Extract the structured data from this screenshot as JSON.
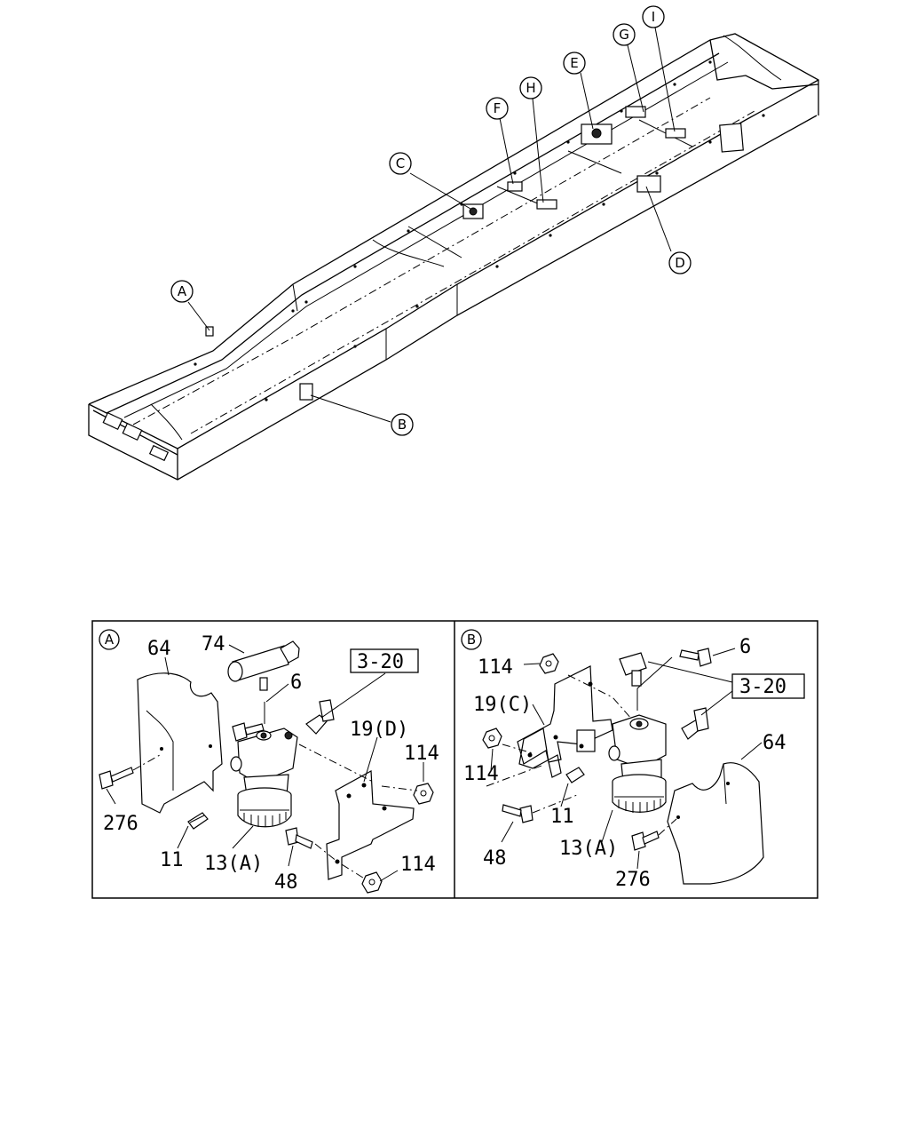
{
  "callouts": {
    "A": "A",
    "B": "B",
    "C": "C",
    "D": "D",
    "E": "E",
    "F": "F",
    "G": "G",
    "H": "H",
    "I": "I"
  },
  "detail_a": {
    "header": "A",
    "labels": {
      "p64": "64",
      "p74": "74",
      "p6": "6",
      "ref": "3-20",
      "p19d": "19(D)",
      "p114a": "114",
      "p114b": "114",
      "p276": "276",
      "p11": "11",
      "p13a": "13(A)",
      "p48": "48"
    }
  },
  "detail_b": {
    "header": "B",
    "labels": {
      "p114a": "114",
      "p6": "6",
      "p19c": "19(C)",
      "ref": "3-20",
      "p114b": "114",
      "p64": "64",
      "p11": "11",
      "p48": "48",
      "p13a": "13(A)",
      "p276": "276"
    }
  }
}
